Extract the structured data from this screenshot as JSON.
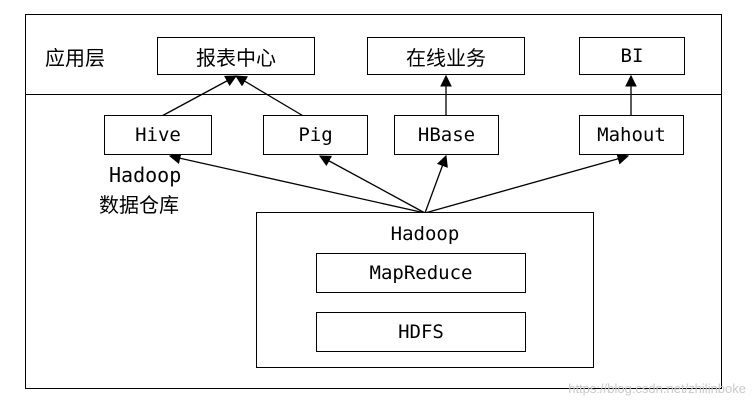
{
  "application_layer": {
    "label": "应用层",
    "boxes": [
      "报表中心",
      "在线业务",
      "BI"
    ]
  },
  "tools": [
    "Hive",
    "Pig",
    "HBase",
    "Mahout"
  ],
  "warehouse_label": [
    "Hadoop",
    "数据仓库"
  ],
  "core": {
    "title": "Hadoop",
    "components": [
      "MapReduce",
      "HDFS"
    ]
  },
  "watermark": "https://blog.csdn.net/zhilinboke"
}
